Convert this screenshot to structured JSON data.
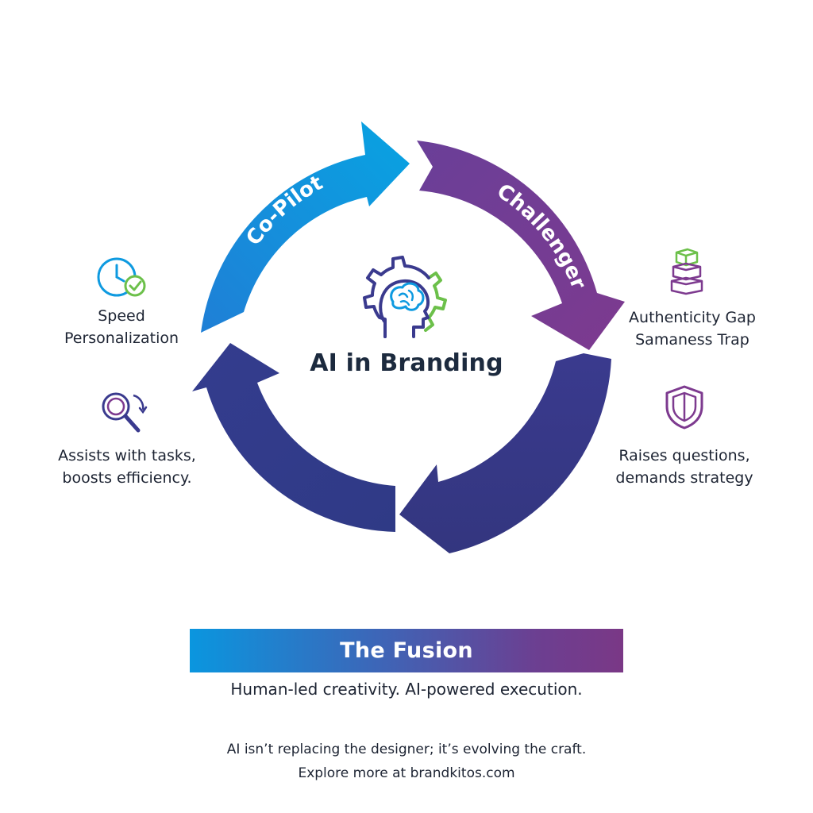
{
  "colors": {
    "copilot_blue": "#0e9ae0",
    "challenger_purple": "#7d3a8f",
    "navy": "#33378a",
    "text": "#1d2433",
    "accent_green": "#6cc04a"
  },
  "cycle": {
    "center_title": "AI in Branding",
    "center_icon": "brain-gear-icon",
    "arrows": {
      "copilot": "Co-Pilot",
      "challenger": "Challenger"
    }
  },
  "left": {
    "top_icon": "clock-check-icon",
    "top_lines": [
      "Speed",
      "Personalization"
    ],
    "bottom_icon": "magnifier-refresh-icon",
    "bottom_lines": [
      "Assists with tasks,",
      "boosts efficiency."
    ]
  },
  "right": {
    "top_icon": "stacked-blocks-icon",
    "top_lines": [
      "Authenticity Gap",
      "Samaness Trap"
    ],
    "bottom_icon": "shield-icon",
    "bottom_lines": [
      "Raises questions,",
      "demands strategy"
    ]
  },
  "fusion": {
    "title": "The Fusion",
    "subtitle": "Human-led creativity. AI-powered execution."
  },
  "footer": {
    "line1": "AI isn’t replacing the designer; it’s evolving the craft.",
    "line2": "Explore more at brandkitos.com"
  }
}
